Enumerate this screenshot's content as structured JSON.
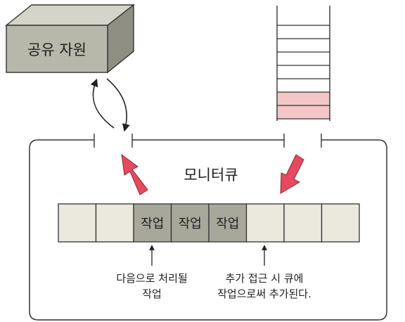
{
  "shared_resource": {
    "label": "공유 자원"
  },
  "monitor_queue": {
    "label": "모니터큐"
  },
  "work_cells": {
    "items": [
      "",
      "",
      "작업",
      "작업",
      "작업",
      "",
      "",
      ""
    ]
  },
  "annotations": {
    "next_line1": "다음으로 처리될",
    "next_line2": "작업",
    "add_line1": "추가 접근 시 큐에",
    "add_line2": "작업으로써 추가된다."
  },
  "colors": {
    "cube_front": "#b8b8aa",
    "cube_top": "#d4d4c8",
    "cube_side": "#8e8e82",
    "cell_empty": "#ebe8de",
    "cell_active": "#a8a89a",
    "stack_highlight": "#f5c6c6",
    "arrow_red": "#e64a5e"
  }
}
